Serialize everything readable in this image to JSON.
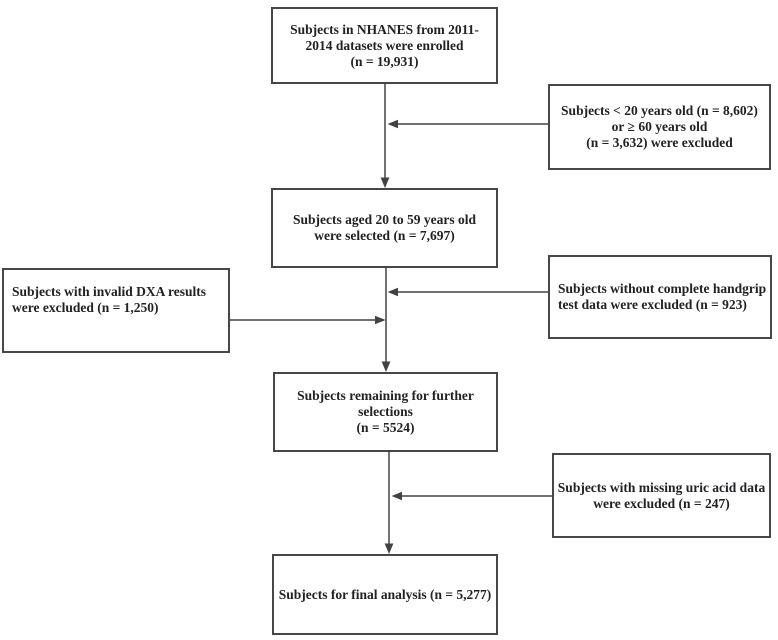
{
  "colors": {
    "background": "#ffffff",
    "box_border": "#474747",
    "arrow": "#424242",
    "text": "#222226"
  },
  "boxes": {
    "enrolled": {
      "lines": [
        "Subjects in NHANES from 2011-",
        "2014 datasets were enrolled",
        "(n = 19,931)"
      ]
    },
    "age_excluded": {
      "lines": [
        "Subjects < 20 years old (n = 8,602)",
        "or ≥ 60 years old",
        "(n = 3,632) were excluded"
      ]
    },
    "age_selected": {
      "lines": [
        "Subjects aged 20 to 59 years old",
        "were selected (n = 7,697)"
      ]
    },
    "dxa_excluded": {
      "lines": [
        "Subjects with invalid DXA results",
        "were excluded (n = 1,250)"
      ]
    },
    "handgrip_excluded": {
      "lines": [
        "Subjects without complete handgrip",
        "test data were excluded (n = 923)"
      ]
    },
    "remaining": {
      "lines": [
        "Subjects remaining for further",
        "selections",
        "(n = 5524)"
      ]
    },
    "uric_excluded": {
      "lines": [
        "Subjects with missing uric acid data",
        "were excluded (n = 247)"
      ]
    },
    "final": {
      "lines": [
        "Subjects for final analysis (n = 5,277)"
      ]
    }
  }
}
